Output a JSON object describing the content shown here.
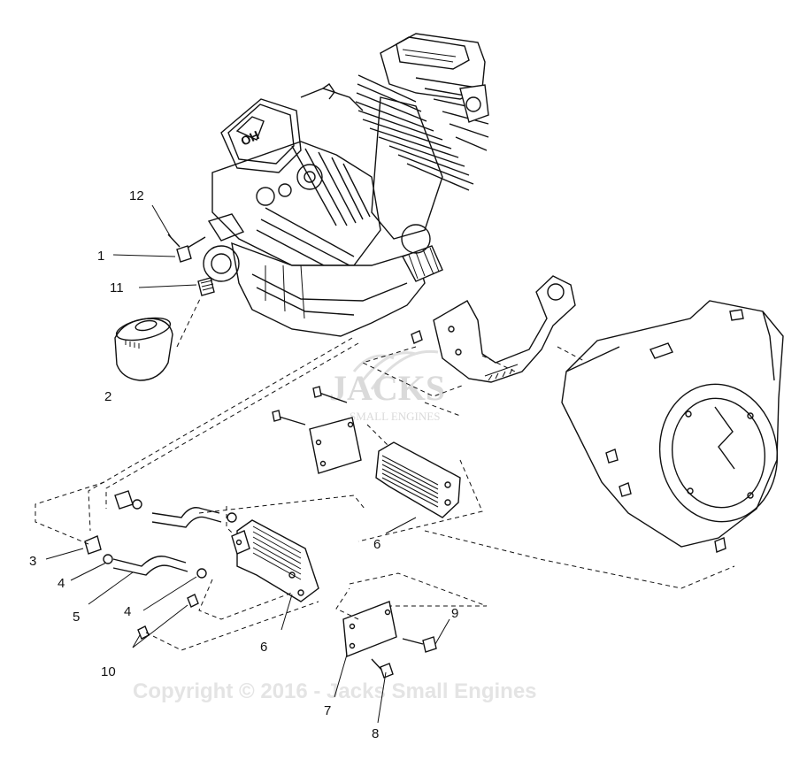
{
  "watermark": {
    "brand": "JACKS",
    "sub": "SMALL ENGINES",
    "registered": "®",
    "copyright": "Copyright © 2016 - Jacks Small Engines"
  },
  "callouts": [
    {
      "id": "c12",
      "label": "12"
    },
    {
      "id": "c1",
      "label": "1"
    },
    {
      "id": "c11",
      "label": "11"
    },
    {
      "id": "c2",
      "label": "2"
    },
    {
      "id": "c3",
      "label": "3"
    },
    {
      "id": "c4a",
      "label": "4"
    },
    {
      "id": "c5",
      "label": "5"
    },
    {
      "id": "c4b",
      "label": "4"
    },
    {
      "id": "c10",
      "label": "10"
    },
    {
      "id": "c6a",
      "label": "6"
    },
    {
      "id": "c6b",
      "label": "6"
    },
    {
      "id": "c9",
      "label": "9"
    },
    {
      "id": "c7",
      "label": "7"
    },
    {
      "id": "c8",
      "label": "8"
    }
  ]
}
